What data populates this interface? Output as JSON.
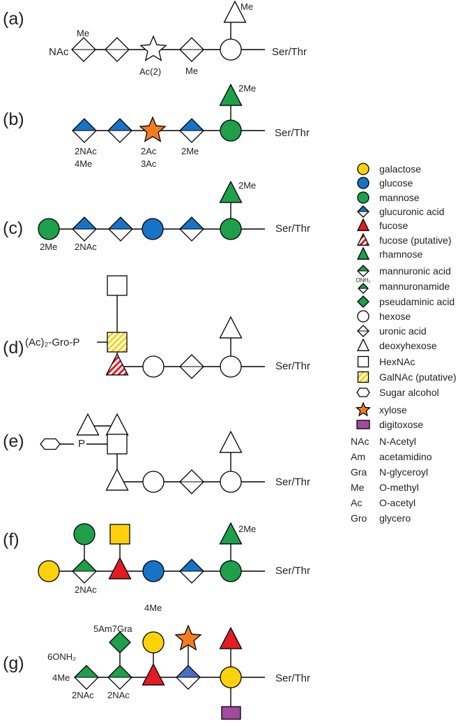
{
  "colors": {
    "galactose": "#fdd20a",
    "glucose": "#1873c6",
    "mannose": "#1e9f4a",
    "fucose": "#e31b23",
    "xylose": "#f47c20",
    "digitoxose": "#a24a9f",
    "galnac_putative": "#fdd20a",
    "outline": "#000000",
    "white": "#ffffff"
  },
  "panels": [
    {
      "label": "(a)",
      "end_label": "Ser/Thr",
      "left_text": "NAc",
      "annotations": [
        "Me",
        "Ac(2)",
        "Me",
        "Me"
      ]
    },
    {
      "label": "(b)",
      "end_label": "Ser/Thr",
      "annotations": [
        "2NAc",
        "4Me",
        "2Ac",
        "3Ac",
        "2Me",
        "2Me"
      ]
    },
    {
      "label": "(c)",
      "end_label": "Ser/Thr",
      "annotations": [
        "2Me",
        "2NAc",
        "2Me"
      ]
    },
    {
      "label": "(d)",
      "end_label": "Ser/Thr",
      "left_text": "(Ac)₂-Gro-P"
    },
    {
      "label": "(e)",
      "end_label": "Ser/Thr",
      "left_text": "P"
    },
    {
      "label": "(f)",
      "end_label": "Ser/Thr",
      "annotations": [
        "2NAc",
        "2Me"
      ]
    },
    {
      "label": "(g)",
      "end_label": "Ser/Thr",
      "annotations": [
        "5Am7Gra",
        "4Me",
        "6ONH₂",
        "4Me",
        "2NAc",
        "2NAc"
      ]
    }
  ],
  "legend": {
    "symbols": [
      {
        "icon": "galactose-circle",
        "label": "galactose"
      },
      {
        "icon": "glucose-circle",
        "label": "glucose"
      },
      {
        "icon": "mannose-circle",
        "label": "mannose"
      },
      {
        "icon": "glucuronic-acid-diamond",
        "label": "glucuronic acid"
      },
      {
        "icon": "fucose-triangle",
        "label": "fucose"
      },
      {
        "icon": "fucose-putative-triangle",
        "label": "fucose (putative)"
      },
      {
        "icon": "rhamnose-triangle",
        "label": "rhamnose"
      },
      {
        "icon": "mannuronic-acid-diamond",
        "label": "mannuronic acid"
      },
      {
        "icon": "mannuronamide-diamond",
        "label": "mannuronamide",
        "icon_text": "ONH₂"
      },
      {
        "icon": "pseudaminic-acid-diamond",
        "label": "pseudaminic acid"
      },
      {
        "icon": "hexose-circle",
        "label": "hexose"
      },
      {
        "icon": "uronic-acid-diamond",
        "label": "uronic acid"
      },
      {
        "icon": "deoxyhexose-triangle",
        "label": "deoxyhexose"
      },
      {
        "icon": "hexnac-square",
        "label": "HexNAc"
      },
      {
        "icon": "galnac-putative-square",
        "label": "GalNAc (putative)"
      },
      {
        "icon": "sugar-alcohol-hexagon",
        "label": "Sugar alcohol"
      },
      {
        "icon": "xylose-star",
        "label": "xylose"
      },
      {
        "icon": "digitoxose-rectangle",
        "label": "digitoxose"
      }
    ],
    "abbreviations": [
      {
        "abbr": "NAc",
        "meaning": "N-Acetyl"
      },
      {
        "abbr": "Am",
        "meaning": "acetamidino"
      },
      {
        "abbr": "Gra",
        "meaning": "N-glyceroyl"
      },
      {
        "abbr": "Me",
        "meaning": "O-methyl"
      },
      {
        "abbr": "Ac",
        "meaning": "O-acetyl"
      },
      {
        "abbr": "Gro",
        "meaning": "glycero"
      }
    ]
  }
}
